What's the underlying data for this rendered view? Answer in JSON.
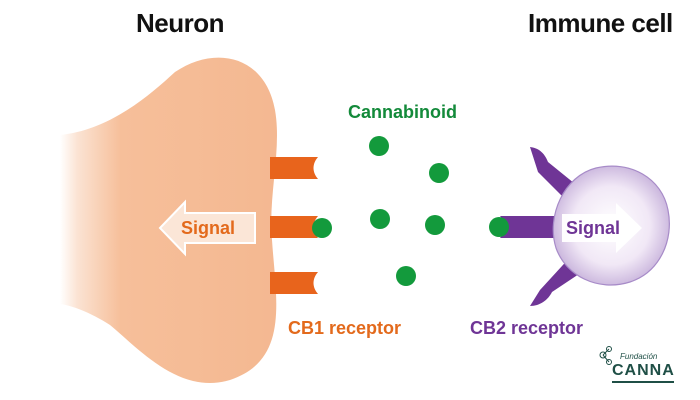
{
  "titles": {
    "neuron": "Neuron",
    "immune": "Immune cell"
  },
  "labels": {
    "cannabinoid": "Cannabinoid",
    "signal_neuron": "Signal",
    "signal_immune": "Signal",
    "cb1": "CB1 receptor",
    "cb2": "CB2 receptor"
  },
  "logo": {
    "small": "Fundación",
    "big": "CANNA"
  },
  "colors": {
    "neuron_fill": "#f6bf9a",
    "cb1_receptor": "#e8641c",
    "cb2_receptor": "#6f3596",
    "cannabinoid": "#139a3c",
    "cell_fill": "#e4d6ef",
    "logo": "#1f4f46"
  }
}
